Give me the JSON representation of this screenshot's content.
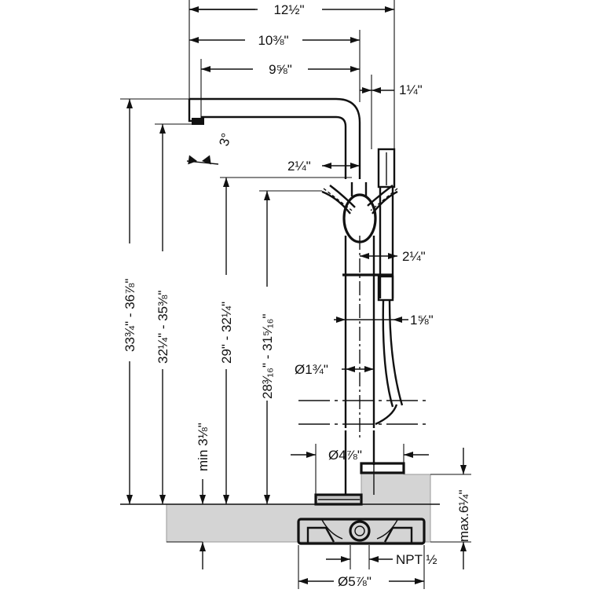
{
  "dimensions": {
    "overall_width": "12½\"",
    "spout_width": "10⅜\"",
    "spout_reach": "9⅝\"",
    "hand_shower_offset": "1¼\"",
    "spout_angle": "3°",
    "handle_offset_left": "2¼\"",
    "handle_offset_right": "2¼\"",
    "hose_offset": "1⅝\"",
    "column_diameter": "Ø1¾\"",
    "base_diameter": "Ø4⅞\"",
    "rough_diameter": "Ø5⅞\"",
    "connection": "NPT ½",
    "overall_height": "33¾\" - 36⅞\"",
    "spout_height": "32¼\" - 35⅜\"",
    "handle_height": "29\" - 32¼\"",
    "outlet_height": "28³⁄₁₆\" - 31⁵⁄₁₆\"",
    "min_rough": "min 3⅛\"",
    "max_rough": "max.6¼\""
  }
}
